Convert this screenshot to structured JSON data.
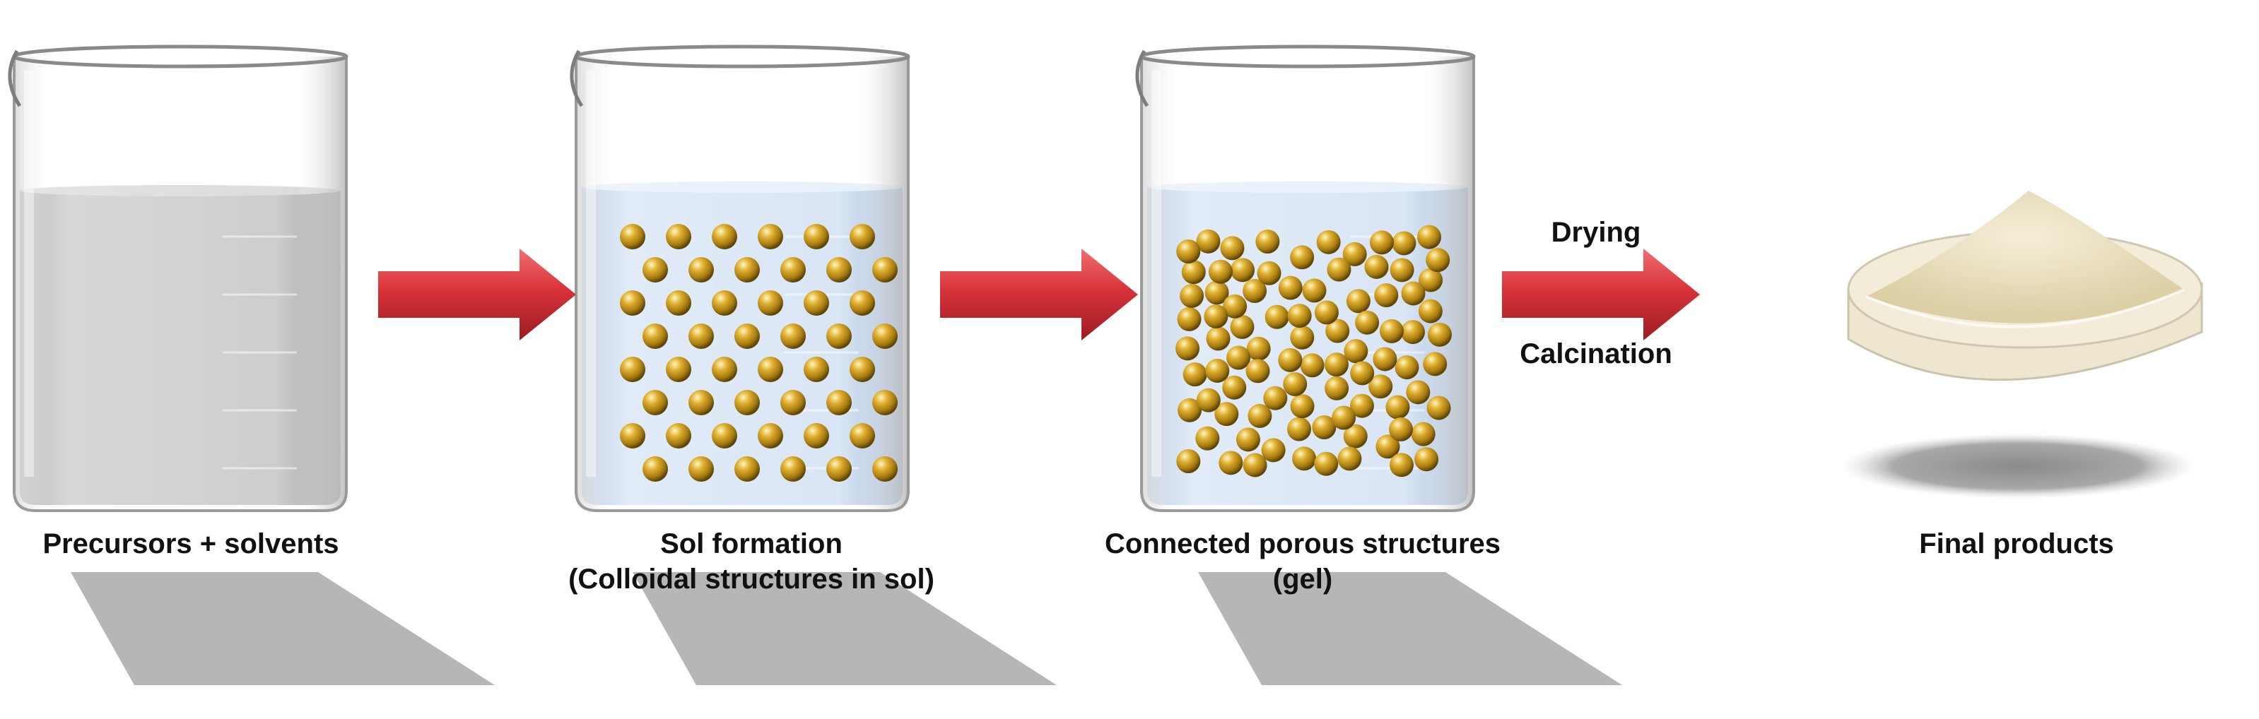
{
  "steps": [
    {
      "label_line1": "Precursors + solvents",
      "label_line2": ""
    },
    {
      "label_line1": "Sol formation",
      "label_line2": "(Colloidal structures in sol)"
    },
    {
      "label_line1": "Connected porous structures",
      "label_line2": "(gel)"
    },
    {
      "label_line1": "Final products",
      "label_line2": ""
    }
  ],
  "arrows": [
    {
      "top_label": "",
      "bottom_label": ""
    },
    {
      "top_label": "",
      "bottom_label": ""
    },
    {
      "top_label": "Drying",
      "bottom_label": "Calcination"
    }
  ],
  "colors": {
    "arrow": "#d8323a",
    "particle": "#b8860b",
    "sol_liquid": "#cfe0f4",
    "precursor_liquid": "#c2c2c2",
    "powder": "#eadfbf"
  },
  "icons": [
    "beaker-icon",
    "arrow-right-icon",
    "petri-dish-icon"
  ]
}
